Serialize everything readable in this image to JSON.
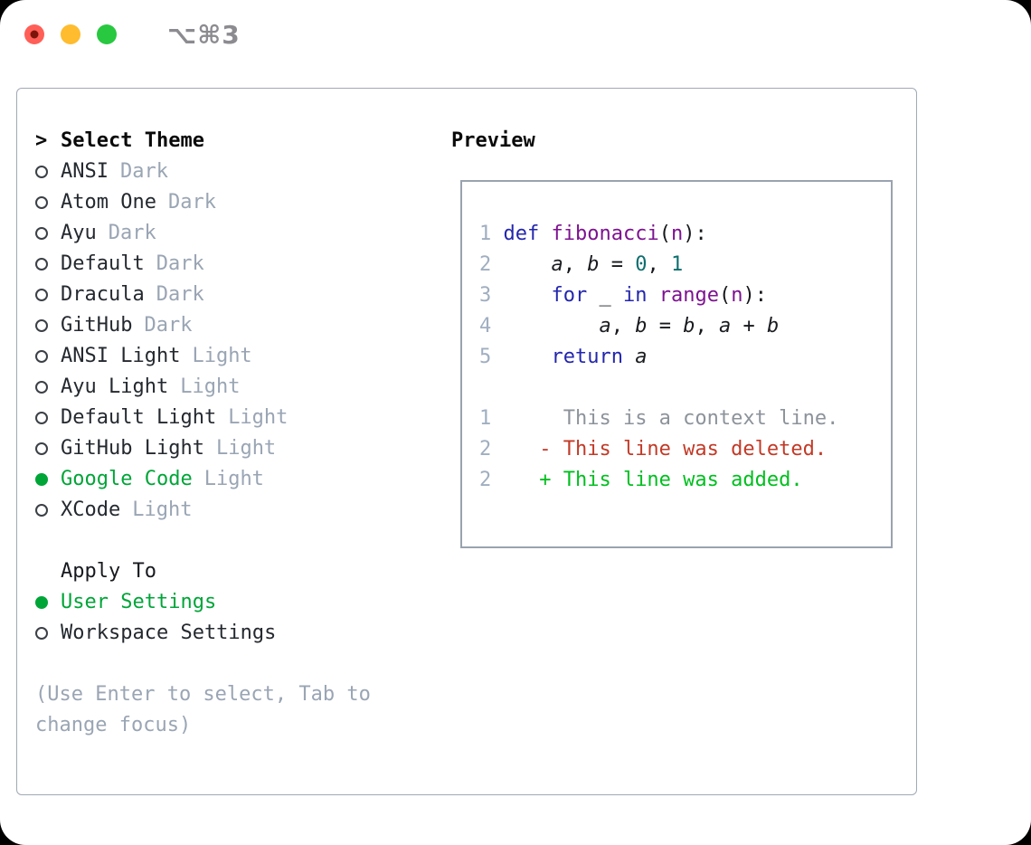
{
  "window": {
    "title_shortcut": "⌥⌘3",
    "traffic_lights": [
      "close",
      "minimize",
      "zoom"
    ]
  },
  "colors": {
    "selection_green": "#00a538",
    "added_green": "#00bf1f",
    "deleted_red": "#c23a27",
    "keyword_blue": "#2326ad",
    "function_purple": "#7d1291",
    "number_teal": "#0e6e6e",
    "secondary_gray": "#9aa5b4",
    "line_number_gray": "#a0aec0",
    "context_gray": "#8d939b",
    "border_gray": "#9aa3af"
  },
  "theme_panel": {
    "title_prefix": ">",
    "title": "Select Theme",
    "themes": [
      {
        "name": "ANSI",
        "variant": "Dark",
        "selected": false
      },
      {
        "name": "Atom One",
        "variant": "Dark",
        "selected": false
      },
      {
        "name": "Ayu",
        "variant": "Dark",
        "selected": false
      },
      {
        "name": "Default",
        "variant": "Dark",
        "selected": false
      },
      {
        "name": "Dracula",
        "variant": "Dark",
        "selected": false
      },
      {
        "name": "GitHub",
        "variant": "Dark",
        "selected": false
      },
      {
        "name": "ANSI Light",
        "variant": "Light",
        "selected": false
      },
      {
        "name": "Ayu Light",
        "variant": "Light",
        "selected": false
      },
      {
        "name": "Default Light",
        "variant": "Light",
        "selected": false
      },
      {
        "name": "GitHub Light",
        "variant": "Light",
        "selected": false
      },
      {
        "name": "Google Code",
        "variant": "Light",
        "selected": true
      },
      {
        "name": "XCode",
        "variant": "Light",
        "selected": false
      }
    ],
    "apply_to": {
      "title": "Apply To",
      "options": [
        {
          "label": "User Settings",
          "selected": true
        },
        {
          "label": "Workspace Settings",
          "selected": false
        }
      ]
    },
    "help_lines": [
      "(Use Enter to select, Tab to",
      "change focus)"
    ]
  },
  "preview": {
    "title": "Preview",
    "lines": [
      {
        "tokens": [
          {
            "t": "1",
            "c": "num"
          },
          {
            "t": " ",
            "c": "pln"
          },
          {
            "t": "def",
            "c": "kwd"
          },
          {
            "t": " ",
            "c": "pln"
          },
          {
            "t": "fibonacci",
            "c": "fn"
          },
          {
            "t": "(",
            "c": "pln"
          },
          {
            "t": "n",
            "c": "fn"
          },
          {
            "t": "):",
            "c": "pln"
          }
        ]
      },
      {
        "tokens": [
          {
            "t": "2",
            "c": "num"
          },
          {
            "t": "     ",
            "c": "pln"
          },
          {
            "t": "a",
            "c": "var"
          },
          {
            "t": ", ",
            "c": "pln"
          },
          {
            "t": "b",
            "c": "var"
          },
          {
            "t": " = ",
            "c": "pln"
          },
          {
            "t": "0",
            "c": "lit"
          },
          {
            "t": ", ",
            "c": "pln"
          },
          {
            "t": "1",
            "c": "lit"
          }
        ]
      },
      {
        "tokens": [
          {
            "t": "3",
            "c": "num"
          },
          {
            "t": "     ",
            "c": "pln"
          },
          {
            "t": "for",
            "c": "kwd"
          },
          {
            "t": " ",
            "c": "pln"
          },
          {
            "t": "_",
            "c": "var"
          },
          {
            "t": " ",
            "c": "pln"
          },
          {
            "t": "in",
            "c": "kwd"
          },
          {
            "t": " ",
            "c": "pln"
          },
          {
            "t": "range",
            "c": "fn"
          },
          {
            "t": "(",
            "c": "pln"
          },
          {
            "t": "n",
            "c": "fn"
          },
          {
            "t": "):",
            "c": "pln"
          }
        ]
      },
      {
        "tokens": [
          {
            "t": "4",
            "c": "num"
          },
          {
            "t": "         ",
            "c": "pln"
          },
          {
            "t": "a",
            "c": "var"
          },
          {
            "t": ", ",
            "c": "pln"
          },
          {
            "t": "b",
            "c": "var"
          },
          {
            "t": " = ",
            "c": "pln"
          },
          {
            "t": "b",
            "c": "var"
          },
          {
            "t": ", ",
            "c": "pln"
          },
          {
            "t": "a",
            "c": "var"
          },
          {
            "t": " + ",
            "c": "pln"
          },
          {
            "t": "b",
            "c": "var"
          }
        ]
      },
      {
        "tokens": [
          {
            "t": "5",
            "c": "num"
          },
          {
            "t": "     ",
            "c": "pln"
          },
          {
            "t": "return",
            "c": "kwd"
          },
          {
            "t": " ",
            "c": "pln"
          },
          {
            "t": "a",
            "c": "var"
          }
        ]
      },
      {
        "tokens": []
      },
      {
        "tokens": [
          {
            "t": "1",
            "c": "num"
          },
          {
            "t": "      This is a context line.",
            "c": "ctx"
          }
        ]
      },
      {
        "tokens": [
          {
            "t": "2",
            "c": "num"
          },
          {
            "t": "    - This line was deleted.",
            "c": "del"
          }
        ]
      },
      {
        "tokens": [
          {
            "t": "2",
            "c": "num"
          },
          {
            "t": "    + This line was added.",
            "c": "add"
          }
        ]
      }
    ]
  }
}
